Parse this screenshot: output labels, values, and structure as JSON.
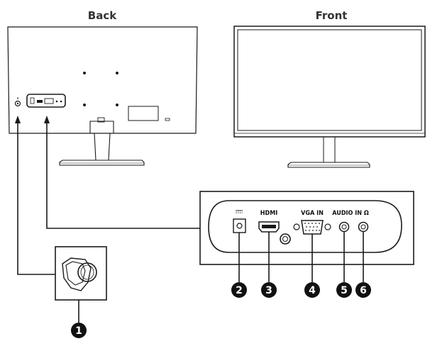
{
  "titles": {
    "back": "Back",
    "front": "Front"
  },
  "ports": {
    "hdmi": "HDMI",
    "vga": "VGA IN",
    "audio": "AUDIO IN Ω"
  },
  "callouts": [
    "1",
    "2",
    "3",
    "4",
    "5",
    "6"
  ],
  "colors": {
    "line": "#1a1a1a",
    "panel_fill": "#ffffff",
    "callout_fill": "#111111",
    "title_text": "#333333"
  },
  "icons": [
    "power-lock-icon",
    "dc-power-icon",
    "headphone-icon",
    "screw-icon"
  ]
}
